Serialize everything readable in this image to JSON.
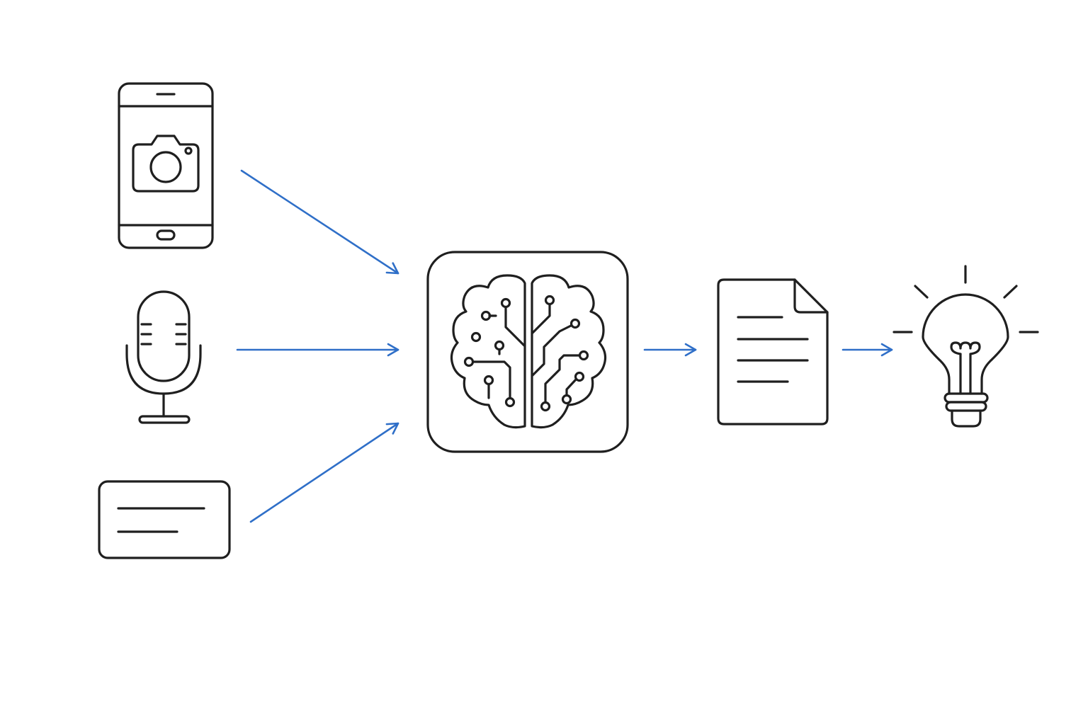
{
  "diagram": {
    "colors": {
      "icon_stroke": "#1f1f1f",
      "arrow": "#2f6fc8",
      "background": "#ffffff"
    },
    "inputs": [
      {
        "id": "phone-camera",
        "icon": "smartphone-camera-icon"
      },
      {
        "id": "microphone",
        "icon": "microphone-icon"
      },
      {
        "id": "text-input",
        "icon": "text-box-icon"
      }
    ],
    "processor": {
      "icon": "brain-circuit-icon"
    },
    "outputs": [
      {
        "id": "document",
        "icon": "document-icon"
      },
      {
        "id": "idea",
        "icon": "lightbulb-icon"
      }
    ],
    "connections": [
      {
        "from": "phone-camera",
        "to": "processor"
      },
      {
        "from": "microphone",
        "to": "processor"
      },
      {
        "from": "text-input",
        "to": "processor"
      },
      {
        "from": "processor",
        "to": "document"
      },
      {
        "from": "document",
        "to": "idea"
      }
    ]
  }
}
